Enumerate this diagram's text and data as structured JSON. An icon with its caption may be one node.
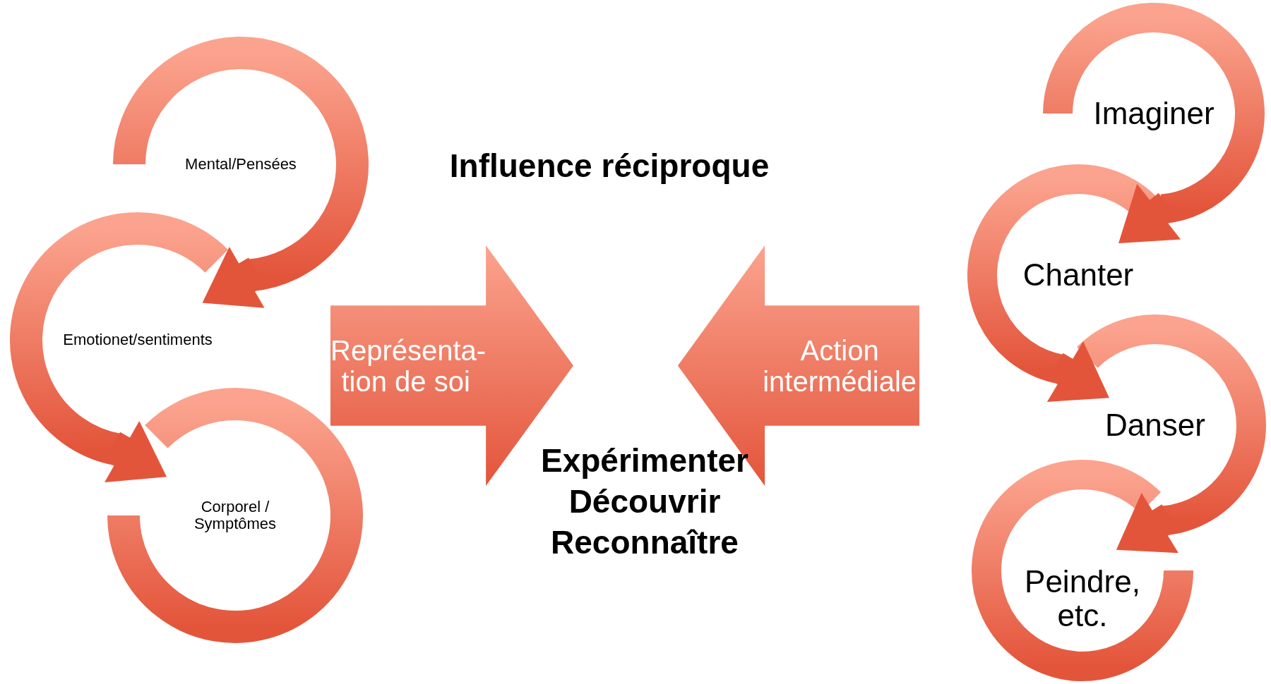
{
  "diagram": {
    "nodes": [
      {
        "text": [
          "Mental/Pensées"
        ]
      },
      {
        "text": [
          "Emotionet/sentiments"
        ]
      },
      {
        "text": [
          "Corporel / Symptômes"
        ]
      },
      {
        "text": [
          "Représenta- tion de soi"
        ]
      },
      {
        "text": [
          "Action intermédiale"
        ]
      },
      {
        "text": [
          "Imaginer"
        ]
      },
      {
        "text": [
          "Chanter"
        ]
      },
      {
        "text": [
          "Danser"
        ]
      },
      {
        "text": [
          "Peindre, etc."
        ]
      }
    ],
    "edges": [
      {
        "from": 0,
        "to": 1,
        "arrow": "to"
      },
      {
        "from": 1,
        "to": 2,
        "arrow": "to"
      },
      {
        "from": 5,
        "to": 6,
        "arrow": "to"
      },
      {
        "from": 6,
        "to": 7,
        "arrow": "to"
      },
      {
        "from": 7,
        "to": 8,
        "arrow": "to"
      }
    ],
    "labels": [
      "Influence réciproque",
      "Expérimenter",
      "Découvrir",
      "Reconnaître"
    ]
  }
}
